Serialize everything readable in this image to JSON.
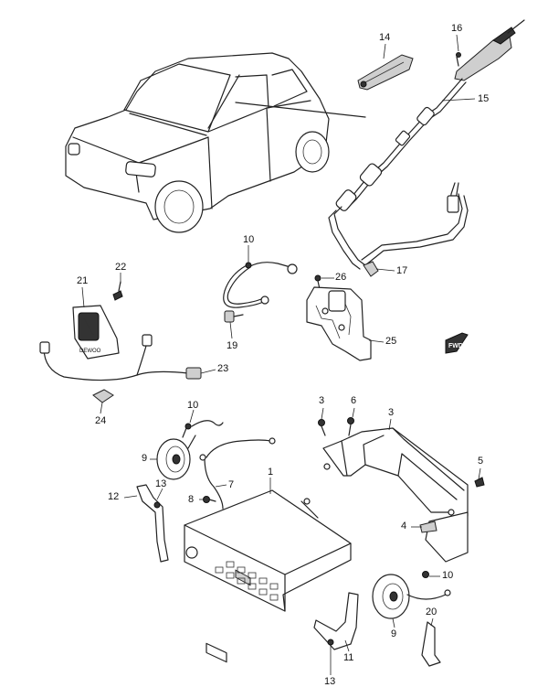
{
  "diagram": {
    "labels": [
      "1",
      "3",
      "4",
      "5",
      "6",
      "7",
      "8",
      "9",
      "9",
      "10",
      "10",
      "10",
      "11",
      "12",
      "13",
      "13",
      "14",
      "15",
      "16",
      "17",
      "19",
      "20",
      "21",
      "22",
      "23",
      "24",
      "25",
      "26"
    ],
    "badge_text": "DEWOO",
    "direction_marker": "FWD"
  }
}
